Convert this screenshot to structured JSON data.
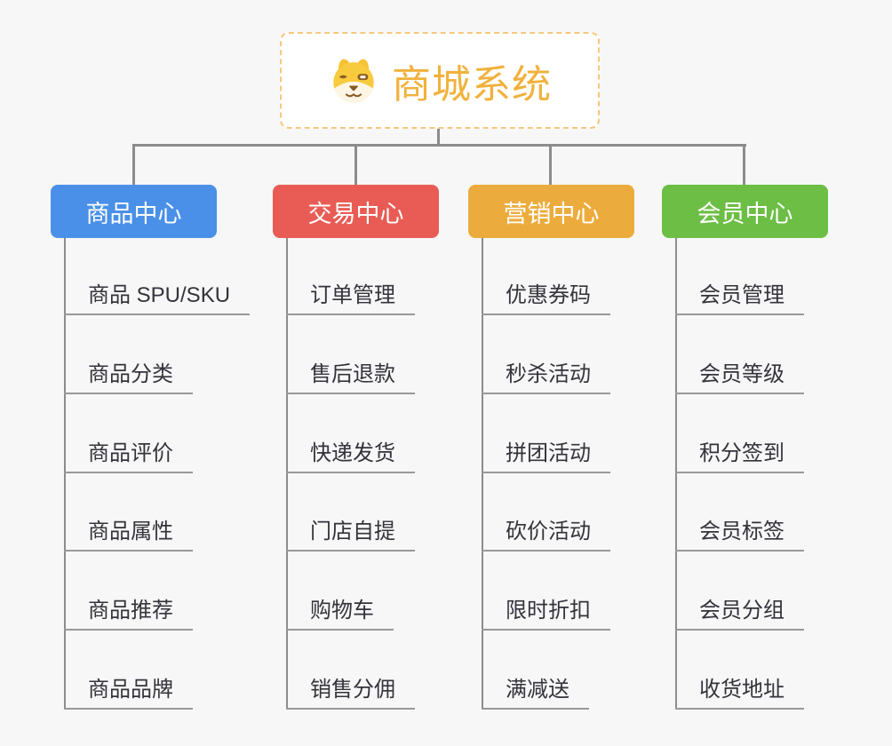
{
  "root": {
    "label": "商城系统",
    "icon": "dog-face-icon",
    "text_color": "#F1B13C",
    "border_color": "#F6C87D",
    "fill": "#FFFFFF"
  },
  "colors": {
    "background": "#F7F7F8",
    "connector_line": "#8C8C8C",
    "leaf_underline": "#999999",
    "leaf_text": "#33333A"
  },
  "branches": [
    {
      "label": "商品中心",
      "color": "#4A90E8",
      "children": [
        "商品 SPU/SKU",
        "商品分类",
        "商品评价",
        "商品属性",
        "商品推荐",
        "商品品牌"
      ]
    },
    {
      "label": "交易中心",
      "color": "#E85C55",
      "children": [
        "订单管理",
        "售后退款",
        "快递发货",
        "门店自提",
        "购物车",
        "销售分佣"
      ]
    },
    {
      "label": "营销中心",
      "color": "#ECAC3D",
      "children": [
        "优惠券码",
        "秒杀活动",
        "拼团活动",
        "砍价活动",
        "限时折扣",
        "满减送"
      ]
    },
    {
      "label": "会员中心",
      "color": "#6CBE45",
      "children": [
        "会员管理",
        "会员等级",
        "积分签到",
        "会员标签",
        "会员分组",
        "收货地址"
      ]
    }
  ]
}
